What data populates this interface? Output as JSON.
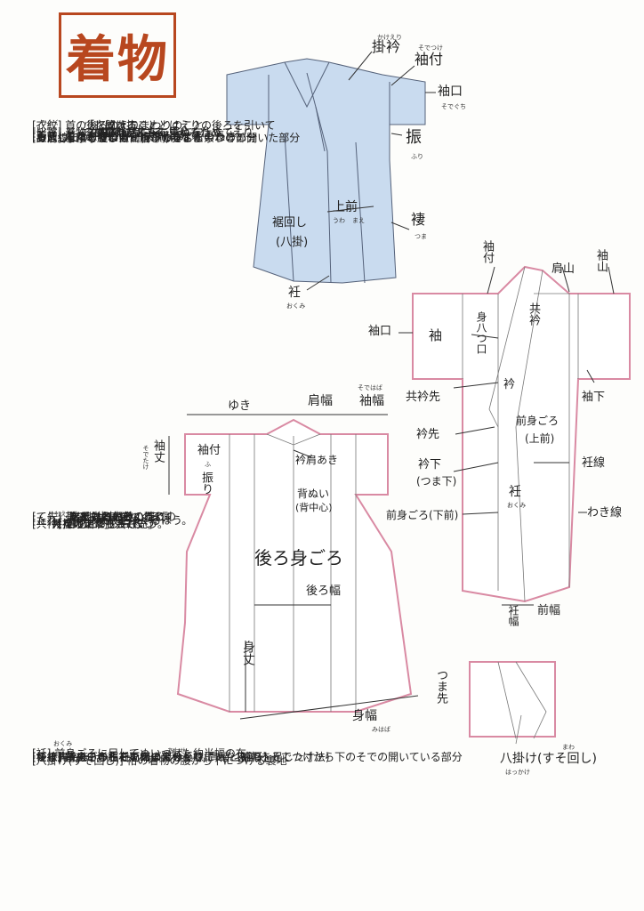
{
  "title": "着物",
  "top_figure": {
    "kakeeri": "掛衿",
    "kakeeri_ruby": "かけえり",
    "sodetsuke": "袖付",
    "sodetsuke_ruby": "そでつけ",
    "sodeguchi": "袖口",
    "sodeguchi_ruby": "そでぐち",
    "furi": "振",
    "furi_ruby": "ふり",
    "susomawashi": "裾回し",
    "hakkake": "(八掛)",
    "uwamae": "上前",
    "uwamae_ruby1": "うわ",
    "uwamae_ruby2": "まえ",
    "tsuma": "褄",
    "tsuma_ruby": "つま",
    "okumi": "衽",
    "okumi_ruby": "おくみ"
  },
  "front_figure": {
    "sodetsuke": "袖付",
    "katayama": "肩山",
    "sodeyama": "袖山",
    "sode": "袖",
    "sodeguchi": "袖口",
    "miyatsuguchi": "身八つ口",
    "tomoeri": "共衿",
    "eri": "衿",
    "sodeshita": "袖下",
    "tomoerisaki": "共衿先",
    "erisaki": "衿先",
    "maemigoro": "前身ごろ",
    "uwamae": "(上前)",
    "okumisen": "衽線",
    "erishita": "衿下",
    "tsumashita": "(つま下)",
    "okumi": "衽",
    "okumi_ruby": "おくみ",
    "maemigoro_shitamae": "前身ごろ(下前)",
    "wakisen": "わき線",
    "okumihaba": "衽幅",
    "maehaba": "前幅"
  },
  "back_figure": {
    "yuki": "ゆき",
    "katahaba": "肩幅",
    "sodehaba": "袖幅",
    "sodehaba_ruby": "そではば",
    "sodetake": "袖丈",
    "sodetake_ruby": "そでたけ",
    "sodetsuke": "袖付",
    "furi": "振り",
    "furi_ruby": "ふ",
    "erikataaki": "衿肩あき",
    "senui": "背ぬい",
    "senui2": "(背中心)",
    "ushiromigoro": "後ろ身ごろ",
    "ushirohaba": "後ろ幅",
    "mitake": "身丈",
    "tsumasaki": "つま先",
    "mihaba": "身幅",
    "mihaba_ruby": "みはば"
  },
  "hakkake_figure": {
    "label": "八掛け(すそ回し)",
    "ruby1": "はっかけ",
    "ruby2": "まわ"
  },
  "glossary": [
    {
      "term": "[衣紋]",
      "lines": [
        "首の後ろのえりまわりのこと。",
        "「衣紋を抜く」とはえりの後ろを引いて",
        "少し開けること"
      ]
    },
    {
      "term": "[比翼]",
      "ruby": "ひよく",
      "lines": [
        "着物2枚重ねたように見せるため、えり、",
        "そで口などに布を重ねた仕立て。",
        "比翼仕立て"
      ]
    },
    {
      "term": "[おはしょり]",
      "lines": [
        "腰ひもと胴ひもをした余りの部分"
      ]
    },
    {
      "term": "[上前]",
      "lines": [
        "着たときに上側(表側)になる",
        "左側の前身ごろ。"
      ]
    },
    {
      "term": "[下前]",
      "lines": [
        "着たときに下側(内側)になる",
        "右側の前身ごろ"
      ]
    },
    {
      "term": "[着丈]",
      "lines": [
        "着る人の肩山からすそ線までの長さ"
      ]
    },
    {
      "term": "[身八つ口]",
      "lines": [
        "そでつけから下の身ごろのわきの開いた部分"
      ]
    },
    {
      "term": "[わき線]",
      "lines": [
        "横の縫い目"
      ]
    }
  ],
  "glossary2": [
    {
      "term": "[て先]",
      "lines": [
        "帯のお太鼓をつくる側",
        "と反対側の巻くほう",
        "をといい、その端",
        "をて先という"
      ]
    },
    {
      "term": "[たれ]",
      "lines": [
        "帯のお太鼓をつくるほう。",
        "またはお太鼓の下に",
        "出ている部分。たれの",
        "端をたれ先という"
      ]
    },
    {
      "term": "[共衿]",
      "ruby": "ともえり",
      "lines": [
        "着物と同じ布で、",
        "えりの上にもう1枚つ",
        "けた短いえり。",
        "「掛けえり」ともいう。",
        "共衿の端が「共衿先」"
      ]
    }
  ],
  "bottom_glossary": [
    {
      "term": "[衽]",
      "ruby": "おくみ",
      "text": "前身ごろに足してぬいつけた約半幅の布"
    },
    {
      "term": "[衽線]",
      "text": "前身ごろと衽をぬい合せた線"
    },
    {
      "term": "[つま先]",
      "text": "すその左右両端の部分"
    },
    {
      "term": "[振り]",
      "text": "そでつけから下のそでの開いている部分"
    },
    {
      "term": "[ゆき]",
      "text": "背ぬいからそで口までの長さ(肩幅と袖幅を足した寸法)"
    },
    {
      "term": "[えり肩あき]",
      "text": "洋服でいえばえりぐりにあたる部分"
    },
    {
      "term": "[八掛け(すそ回し)]",
      "ruby": "あわせ",
      "text": "袷の着物の腰から下につける裏地"
    }
  ],
  "colors": {
    "title": "#b8471f",
    "kimono_blue": "#c9dbef",
    "pink_edge": "#d98aa3",
    "ink": "#2a2a3a"
  }
}
